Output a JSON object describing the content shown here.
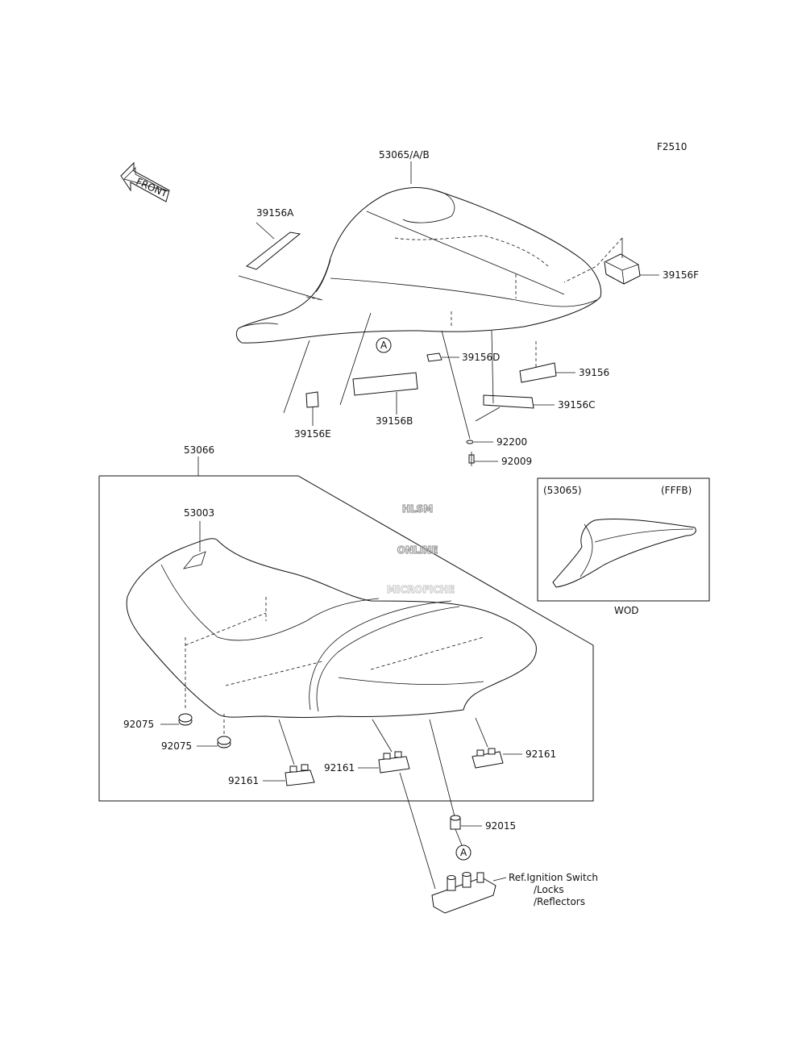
{
  "figure_code": "F2510",
  "front_label": "FRONT",
  "watermark": [
    "HLSM",
    "ONLINE",
    "MICROFICHE"
  ],
  "parts": {
    "seat_cover_rear": "53065/A/B",
    "pad_39156A": "39156A",
    "pad_39156F": "39156F",
    "pad_39156D": "39156D",
    "pad_39156": "39156",
    "pad_39156C": "39156C",
    "pad_39156B": "39156B",
    "pad_39156E": "39156E",
    "washer_92200": "92200",
    "bolt_92009": "92009",
    "seat_assy": "53066",
    "seat_53003": "53003",
    "damper_92075_a": "92075",
    "damper_92075_b": "92075",
    "hook_92161_left": "92161",
    "hook_92161_mid": "92161",
    "hook_92161_right": "92161",
    "collar_92015": "92015"
  },
  "callout_a": "A",
  "inset": {
    "part": "(53065)",
    "code": "(FFFB)",
    "caption": "WOD"
  },
  "reference": [
    "Ref.Ignition Switch",
    "/Locks",
    "/Reflectors"
  ]
}
